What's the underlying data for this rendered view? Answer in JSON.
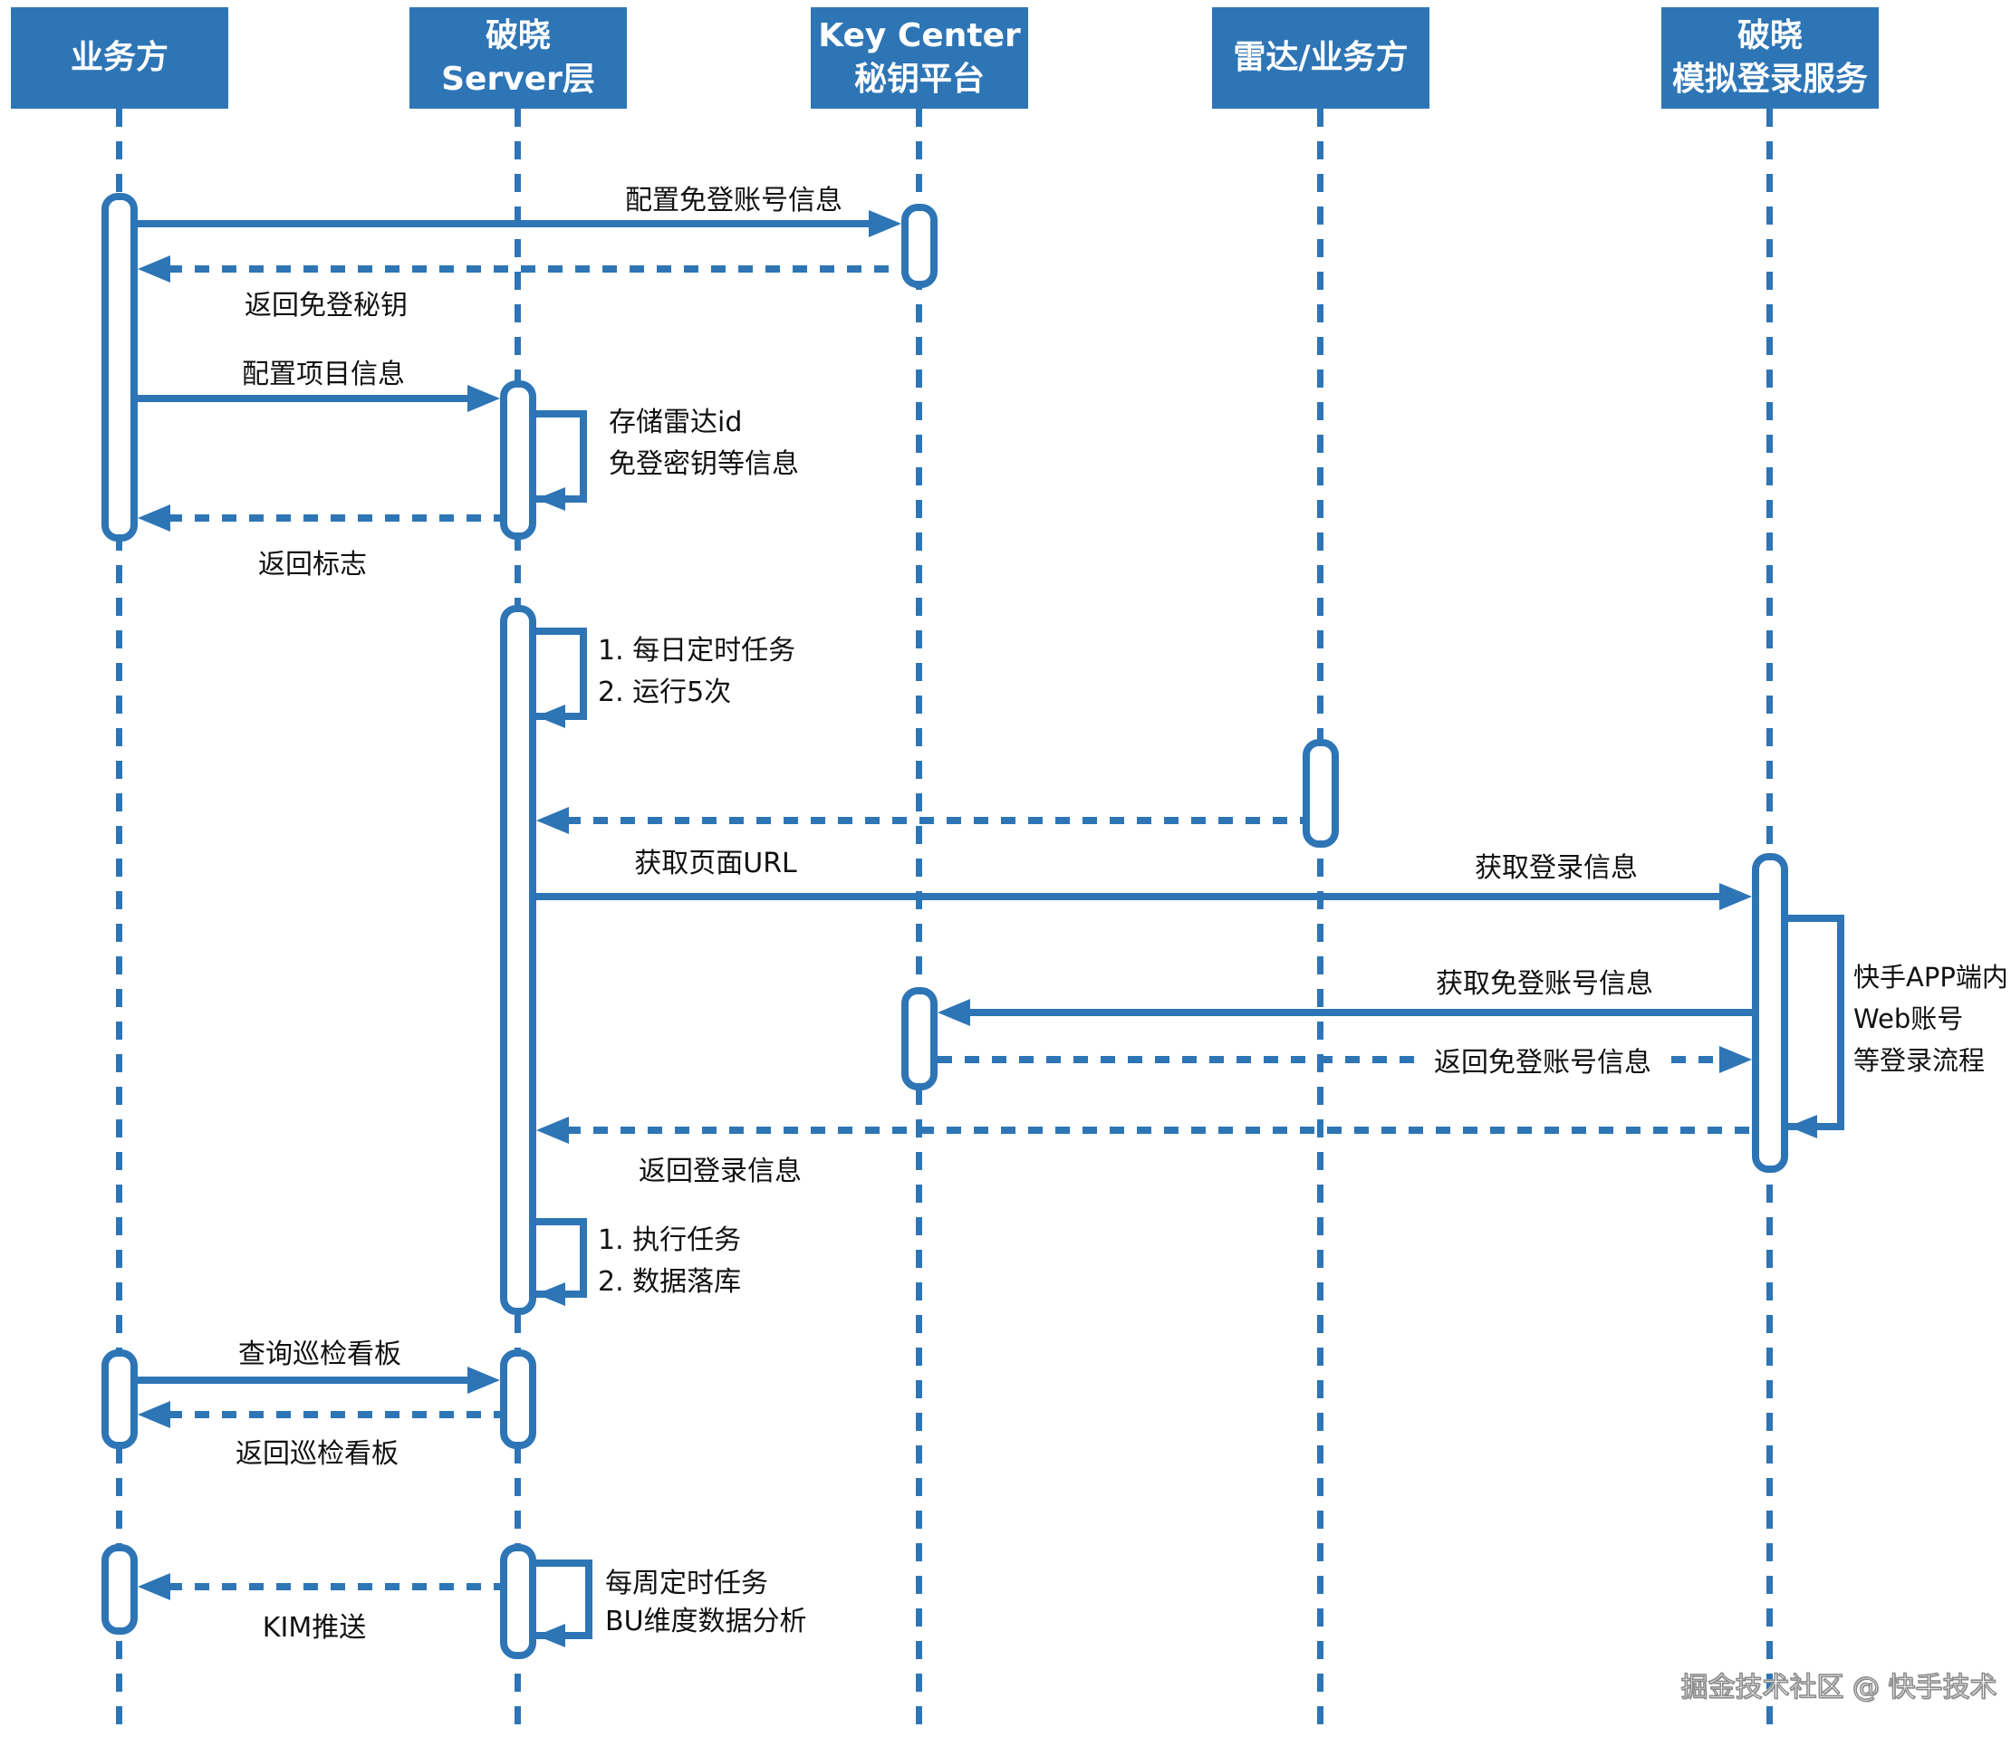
{
  "colors": {
    "primary_blue": "#2E75B6",
    "actor_text": "#FFFFFF",
    "label_text": "#111111",
    "watermark_gray": "#8C8C8C",
    "background": "#FFFFFF"
  },
  "actors": [
    {
      "id": "business",
      "lines": [
        "业务方"
      ]
    },
    {
      "id": "poxiao-server",
      "lines": [
        "破晓",
        "Server层"
      ]
    },
    {
      "id": "key-center",
      "lines": [
        "Key Center",
        "秘钥平台"
      ]
    },
    {
      "id": "radar-business",
      "lines": [
        "雷达/业务方"
      ]
    },
    {
      "id": "poxiao-login",
      "lines": [
        "破晓",
        "模拟登录服务"
      ]
    }
  ],
  "messages": {
    "configure_account": "配置免登账号信息",
    "return_key": "返回免登秘钥",
    "configure_project": "配置项目信息",
    "return_flag": "返回标志",
    "get_page_url": "获取页面URL",
    "get_login_info": "获取登录信息",
    "get_account_info": "获取免登账号信息",
    "return_account_info": "返回免登账号信息",
    "return_login_info": "返回登录信息",
    "query_dashboard": "查询巡检看板",
    "return_dashboard": "返回巡检看板",
    "kim_push": "KIM推送"
  },
  "notes": {
    "store_info": [
      "存储雷达id",
      "免登密钥等信息"
    ],
    "daily_task": [
      "1. 每日定时任务",
      "2. 运行5次"
    ],
    "login_flow": [
      "快手APP端内",
      "Web账号",
      "等登录流程"
    ],
    "execute_task": [
      "1. 执行任务",
      "2. 数据落库"
    ],
    "weekly_task": [
      "每周定时任务",
      "BU维度数据分析"
    ]
  },
  "watermark": "掘金技术社区 @ 快手技术"
}
